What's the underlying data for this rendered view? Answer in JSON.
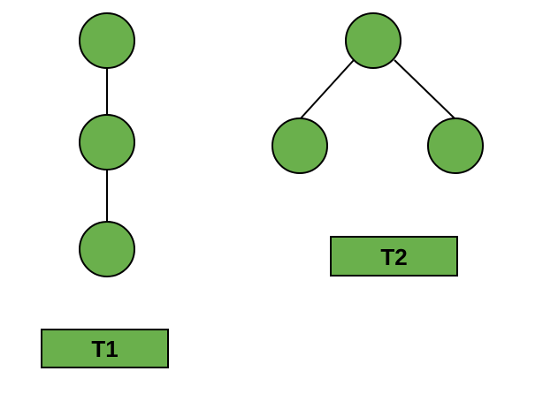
{
  "colors": {
    "node_fill": "#6ab04c",
    "label_fill": "#6ab04c",
    "stroke": "#000000"
  },
  "trees": [
    {
      "label": "T1",
      "shape": "path-of-three-nodes"
    },
    {
      "label": "T2",
      "shape": "root-with-two-children"
    }
  ]
}
